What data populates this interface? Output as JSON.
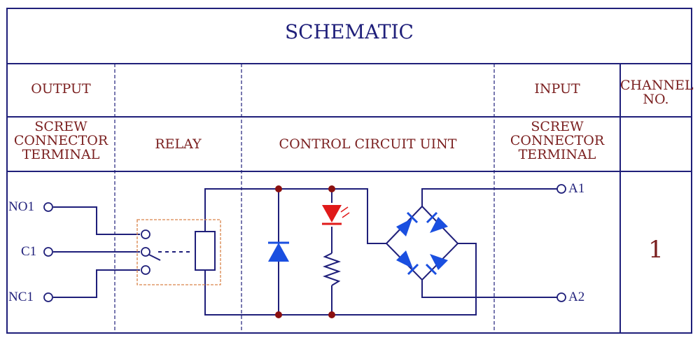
{
  "title": "SCHEMATIC",
  "headers": {
    "output": "OUTPUT",
    "input": "INPUT",
    "channel_no": "CHANNEL\nNO."
  },
  "sub_headers": {
    "screw_output": "SCREW\nCONNECTOR\nTERMINAL",
    "relay": "RELAY",
    "control": "CONTROL CIRCUIT UINT",
    "screw_input": "SCREW\nCONNECTOR\nTERMINAL"
  },
  "terminals": {
    "no1": "NO1",
    "c1": "C1",
    "nc1": "NC1",
    "a1": "A1",
    "a2": "A2"
  },
  "channel_value": "1",
  "colors": {
    "frame": "#1f1f7a",
    "wire": "#1f1f7a",
    "text": "#7a1f1f",
    "node": "#8b1010",
    "diode": "#1a4fe0",
    "led": "#e01a1a",
    "relay_box": "#d9844a"
  }
}
